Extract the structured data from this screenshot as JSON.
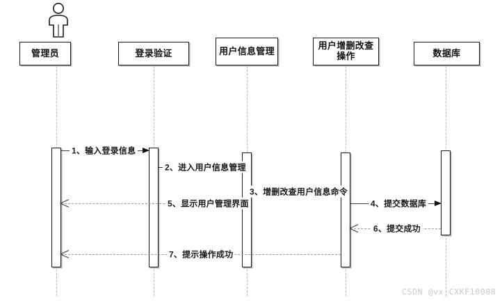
{
  "diagram": {
    "type": "uml-sequence-diagram",
    "title": "",
    "lifelines": [
      {
        "id": "actor",
        "label": "管理员",
        "has_actor_icon": true,
        "icon": "person-actor-icon"
      },
      {
        "id": "login",
        "label": "登录验证",
        "has_actor_icon": false,
        "icon": ""
      },
      {
        "id": "userinfo",
        "label": "用户信息管理",
        "has_actor_icon": false,
        "icon": ""
      },
      {
        "id": "crud",
        "label": "用户增删改查操作",
        "has_actor_icon": false,
        "icon": ""
      },
      {
        "id": "db",
        "label": "数据库",
        "has_actor_icon": false,
        "icon": ""
      }
    ],
    "messages": [
      {
        "seq": "1",
        "label": "1、输入登录信息",
        "from": "actor",
        "to": "login",
        "kind": "call",
        "direction": "right"
      },
      {
        "seq": "2",
        "label": "2、进入用户信息管理",
        "from": "login",
        "to": "userinfo",
        "kind": "call",
        "direction": "right"
      },
      {
        "seq": "3",
        "label": "3、增删改查用户信息命令",
        "from": "userinfo",
        "to": "crud",
        "kind": "call",
        "direction": "right"
      },
      {
        "seq": "4",
        "label": "4、提交数据库",
        "from": "crud",
        "to": "db",
        "kind": "call",
        "direction": "right"
      },
      {
        "seq": "5",
        "label": "5、显示用户管理界面",
        "from": "userinfo",
        "to": "actor",
        "kind": "return",
        "direction": "left"
      },
      {
        "seq": "6",
        "label": "6、提交成功",
        "from": "db",
        "to": "crud",
        "kind": "return",
        "direction": "left"
      },
      {
        "seq": "7",
        "label": "7、提示操作成功",
        "from": "crud",
        "to": "actor",
        "kind": "return",
        "direction": "left"
      }
    ],
    "colors": {
      "line": "#1a1a1a",
      "return_line": "#9a9a9a",
      "box_fill": "#ffffff",
      "background": "#ffffff",
      "watermark": "#c9c9c9"
    }
  },
  "watermark": {
    "text": "CSDN @vx_CXKF10088"
  }
}
